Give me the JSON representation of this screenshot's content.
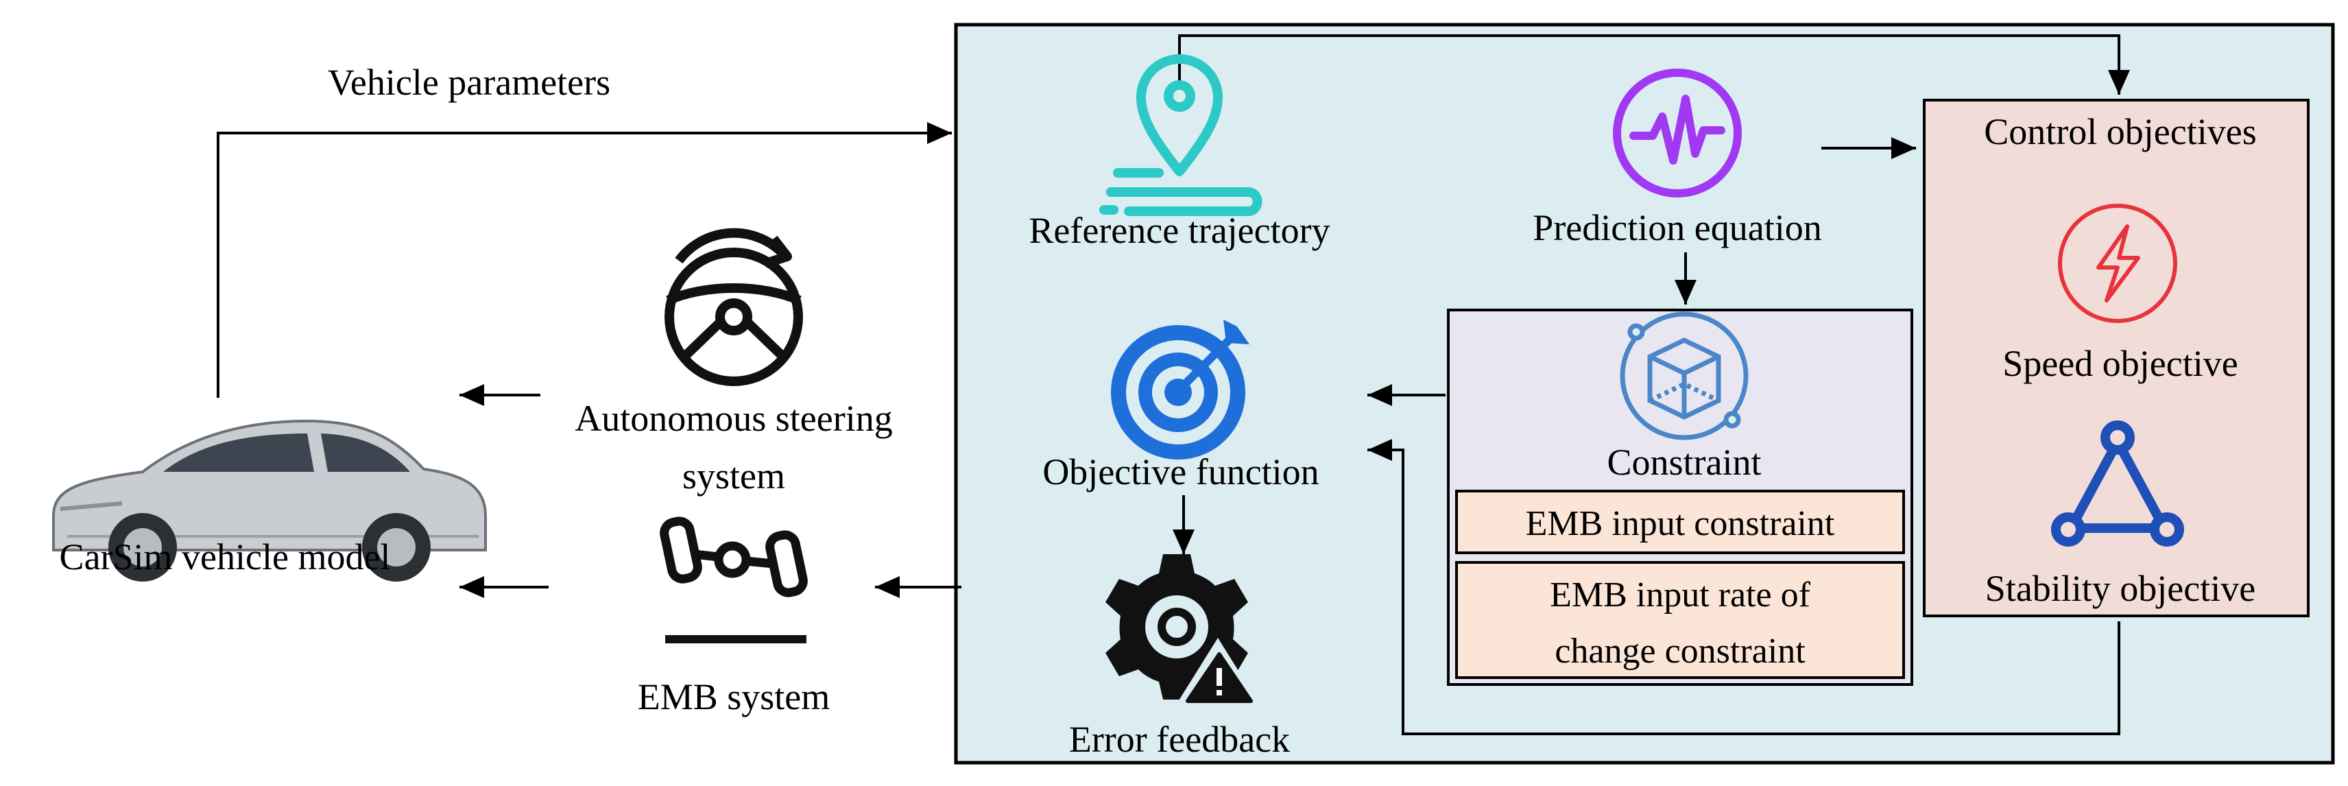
{
  "colors": {
    "panel_bg": "#dcedf2",
    "constraint_bg": "#e8e6f0",
    "objectives_bg": "#f2dcd8",
    "constraint_item_bg": "#fbe5d6",
    "trajectory_icon": "#2dc9c6",
    "prediction_icon": "#a239f2",
    "target_icon": "#1e6fd9",
    "speed_icon": "#e8323c",
    "stability_icon": "#1f4fb8",
    "constraint_icon": "#4a86c8"
  },
  "left": {
    "vehicle_parameters_label": "Vehicle parameters",
    "carsim_label": "CarSim vehicle model",
    "steering_label_line1": "Autonomous steering",
    "steering_label_line2": "system",
    "emb_label": "EMB system"
  },
  "panel": {
    "reference_label": "Reference trajectory",
    "prediction_label": "Prediction equation",
    "objective_label": "Objective function",
    "error_label": "Error feedback",
    "constraint": {
      "title": "Constraint",
      "item1": "EMB input constraint",
      "item2_line1": "EMB input rate of",
      "item2_line2": "change constraint"
    },
    "objectives": {
      "title": "Control objectives",
      "speed": "Speed objective",
      "stability": "Stability objective"
    }
  },
  "icons": {
    "car": "car-image",
    "steering": "steering-wheel-icon",
    "emb": "emb-axle-icon",
    "trajectory": "location-pin-icon",
    "prediction": "waveform-icon",
    "target": "target-icon",
    "error": "gear-warning-icon",
    "constraint": "cube-icon",
    "speed": "lightning-icon",
    "stability": "triangle-nodes-icon"
  }
}
